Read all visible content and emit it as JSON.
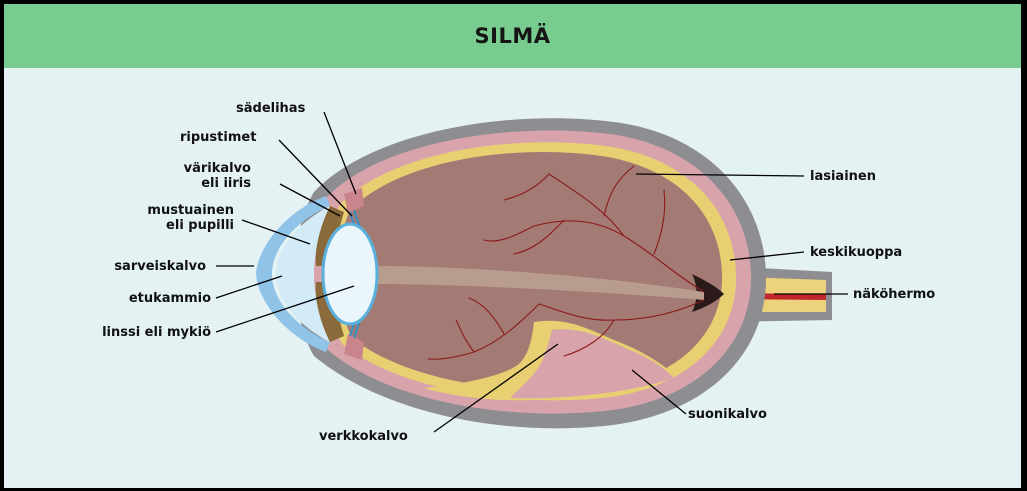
{
  "header": {
    "title": "SILMÄ"
  },
  "colors": {
    "header_bg": "#79cc8f",
    "page_bg": "#e4f2f4",
    "sclera": "#8e8e92",
    "vitreous": "#a47a74",
    "retina": "#e8cf72",
    "choroid": "#d9a3ab",
    "cornea": "#8fc3e8",
    "iris": "#8a6a3a",
    "optic_nerve_core": "#c0262c"
  },
  "labels": {
    "sadelihas": "sädelihas",
    "ripustimet": "ripustimet",
    "varikalvo_1": "värikalvo",
    "varikalvo_2": "eli iiris",
    "mustuainen_1": "mustuainen",
    "mustuainen_2": "eli pupilli",
    "sarveiskalvo": "sarveiskalvo",
    "etukammio": "etukammio",
    "linssi": "linssi eli mykiö",
    "verkkokalvo": "verkkokalvo",
    "lasiainen": "lasiainen",
    "keskikuoppa": "keskikuoppa",
    "nakohermo": "näköhermo",
    "suonikalvo": "suonikalvo"
  }
}
